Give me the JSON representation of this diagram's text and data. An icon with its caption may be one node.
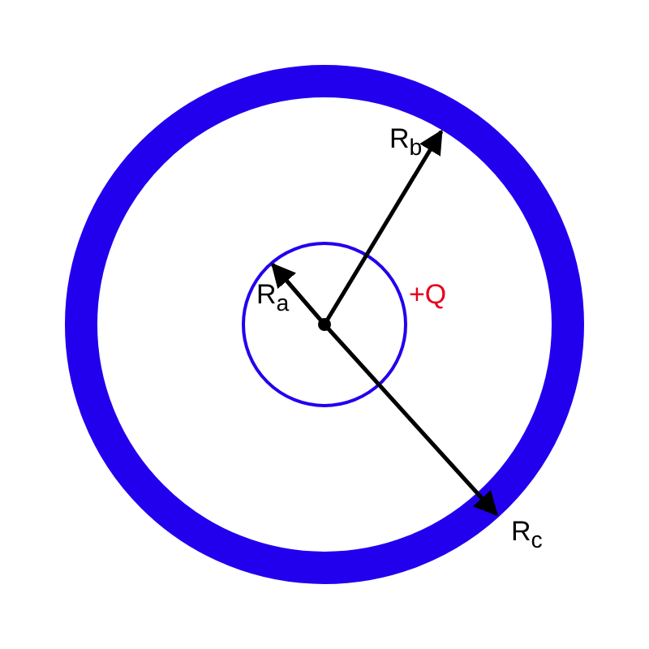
{
  "diagram": {
    "labels": [
      "R$_{b}$",
      "R$_{a}$",
      "+Q",
      "R$_{c}$"
    ]
  }
}
